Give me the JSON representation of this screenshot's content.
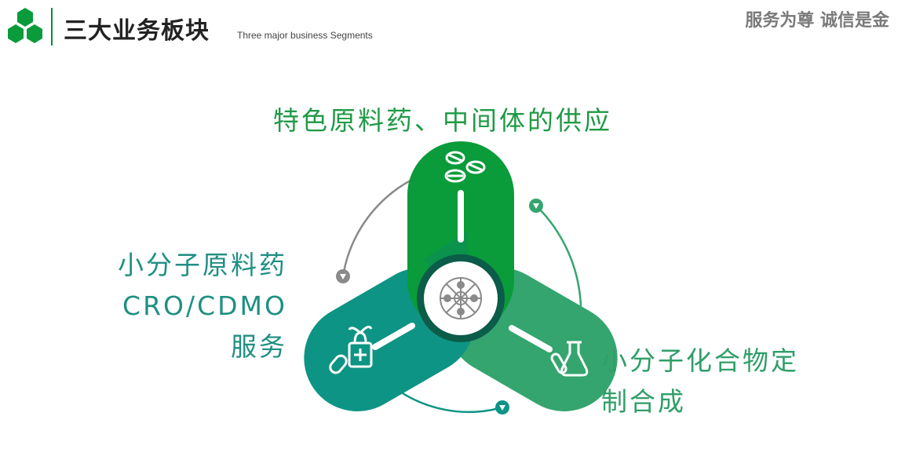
{
  "header": {
    "title_cn": "三大业务板块",
    "title_en": "Three major business Segments",
    "slogan": "服务为尊  诚信是金"
  },
  "segments": {
    "top": {
      "label": "特色原料药、中间体的供应",
      "icon": "pills-icon",
      "color": "#0a9b3a"
    },
    "left": {
      "line1": "小分子原料药",
      "line2": "CRO/CDMO",
      "line3": "服务",
      "icon": "medicine-bottle-icon",
      "color": "#0e9484"
    },
    "right": {
      "line1": "小分子化合物定",
      "line2": "制合成",
      "icon": "chemistry-flask-icon",
      "color": "#34a56e"
    }
  },
  "center": {
    "icon": "molecule-network-icon"
  },
  "colors": {
    "accent_green": "#0a9b3a",
    "teal": "#0e9484",
    "mid_green": "#34a56e",
    "gray": "#888888"
  }
}
